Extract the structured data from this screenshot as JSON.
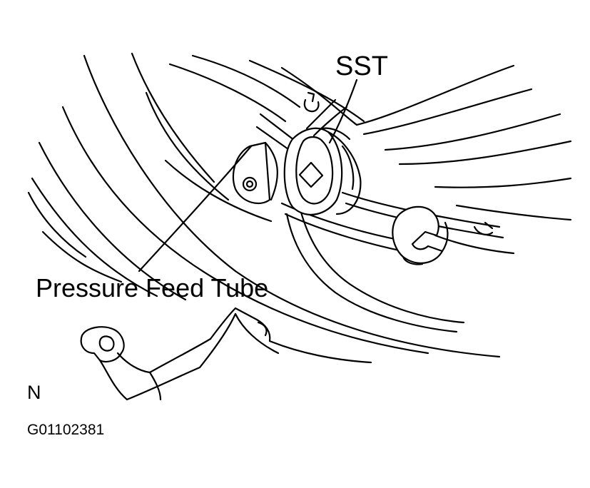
{
  "labels": {
    "sst": "SST",
    "pressure_feed_tube": "Pressure Feed Tube",
    "view_letter": "N",
    "figure_code": "G01102381"
  },
  "colors": {
    "ink": "#000000",
    "paper": "#ffffff"
  }
}
